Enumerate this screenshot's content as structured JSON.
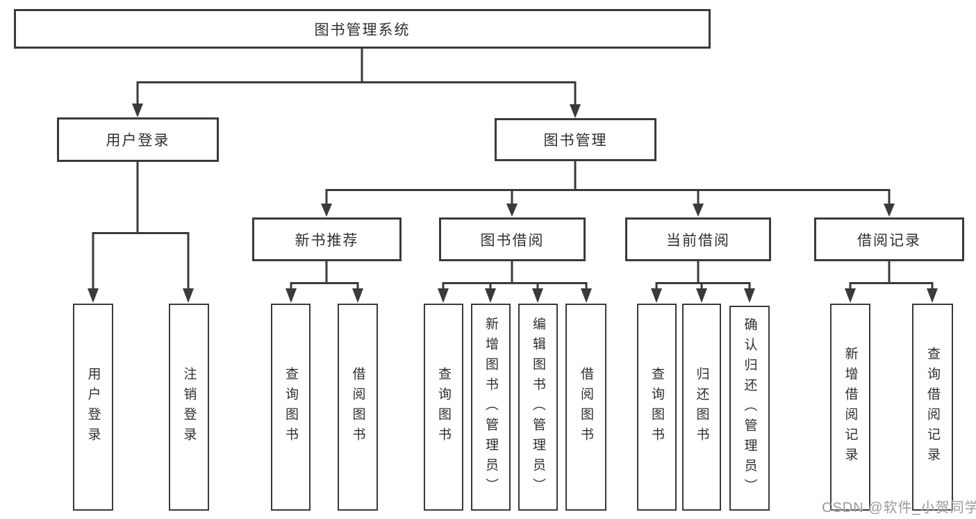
{
  "diagram": {
    "root": {
      "label": "图书管理系统"
    },
    "level2": [
      {
        "id": "user_login",
        "label": "用户登录"
      },
      {
        "id": "book_management",
        "label": "图书管理"
      }
    ],
    "level3": [
      {
        "id": "new_book_recommend",
        "label": "新书推荐"
      },
      {
        "id": "book_borrow",
        "label": "图书借阅"
      },
      {
        "id": "current_borrow",
        "label": "当前借阅"
      },
      {
        "id": "borrow_records",
        "label": "借阅记录"
      }
    ],
    "leaves": {
      "user_login": [
        "用户登录",
        "注销登录"
      ],
      "new_book_recommend": [
        "查询图书",
        "借阅图书"
      ],
      "book_borrow": [
        "查询图书",
        "新增图书（管理员）",
        "编辑图书（管理员）",
        "借阅图书"
      ],
      "current_borrow": [
        "查询图书",
        "归还图书",
        "确认归还（管理员）"
      ],
      "borrow_records": [
        "新增借阅记录",
        "查询借阅记录"
      ]
    },
    "watermark": "CSDN @软件_小贺同学",
    "colors": {
      "line": "#3a3a3c",
      "text": "#2f2f2f",
      "watermark": "#9a9a9a",
      "background": "#ffffff"
    }
  }
}
